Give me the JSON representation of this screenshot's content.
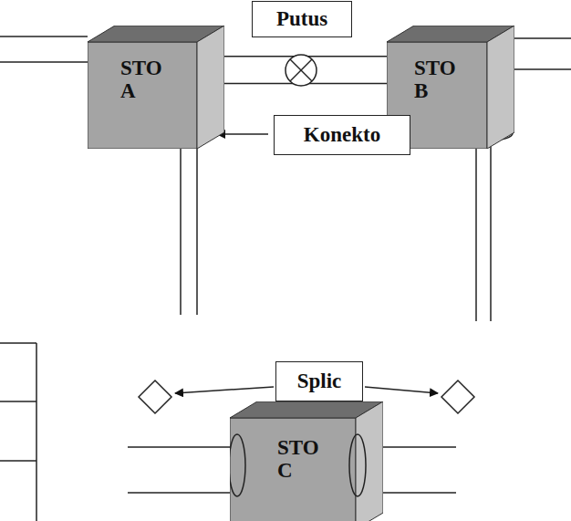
{
  "diagram": {
    "nodes": [
      {
        "text": [
          "Putus"
        ]
      },
      {
        "text": [
          "STO A"
        ]
      },
      {
        "text": [
          "STO B"
        ]
      },
      {
        "text": [
          "Konekto"
        ]
      },
      {
        "text": [
          "Splic"
        ]
      },
      {
        "text": [
          "STO C"
        ]
      }
    ],
    "edges": [
      {
        "from": 1,
        "to": 2,
        "arrow": "none"
      }
    ]
  }
}
